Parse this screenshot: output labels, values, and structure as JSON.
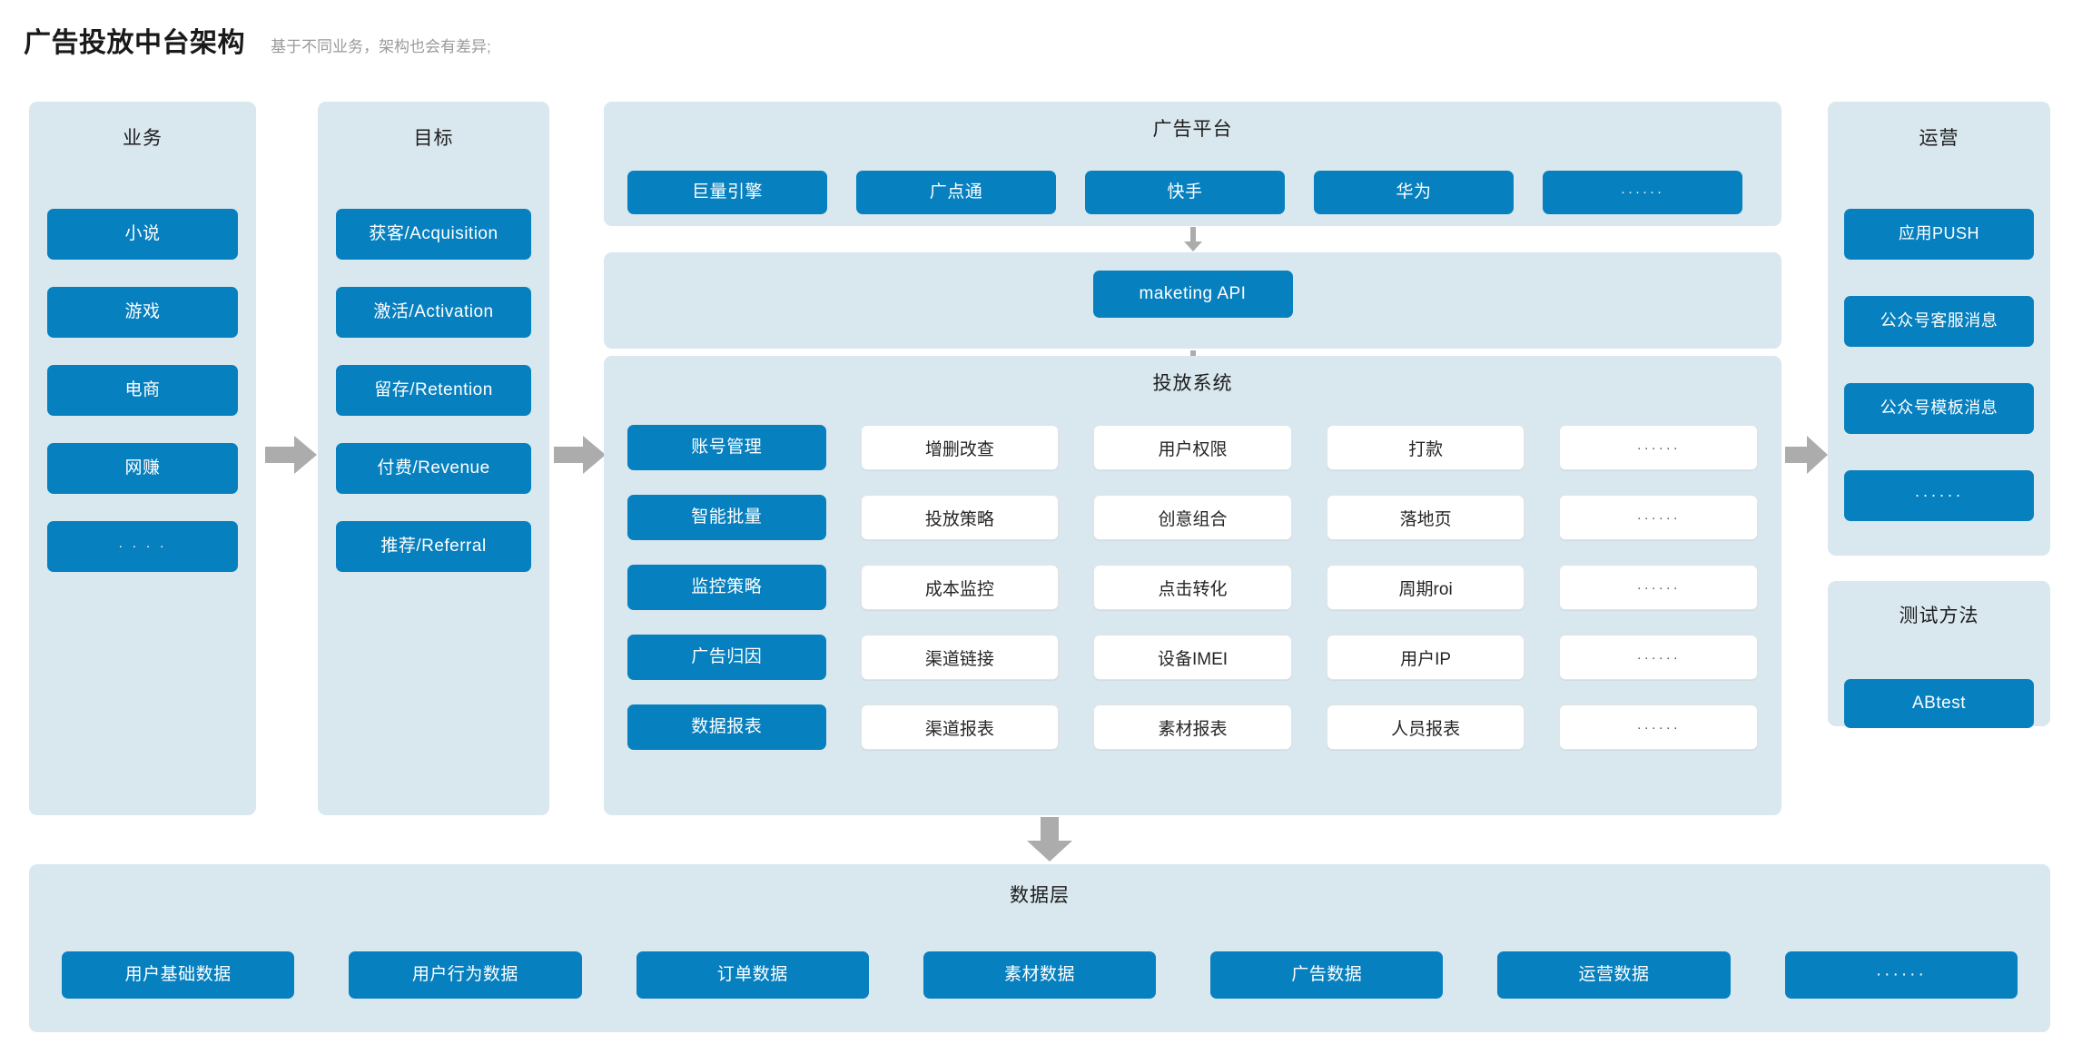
{
  "header": {
    "title": "广告投放中台架构",
    "subtitle": "基于不同业务，架构也会有差异;"
  },
  "colors": {
    "accent_blue": "#0780bf",
    "panel_bg": "#d9e7ef",
    "arrow_gray": "#acacac",
    "white_chip": "#ffffff",
    "page_bg": "#ffffff"
  },
  "business": {
    "title": "业务",
    "items": [
      {
        "label": "小说"
      },
      {
        "label": "游戏"
      },
      {
        "label": "电商"
      },
      {
        "label": "网赚"
      },
      {
        "label": "· · · ·"
      }
    ]
  },
  "goal": {
    "title": "目标",
    "items": [
      {
        "label": "获客/Acquisition"
      },
      {
        "label": "激活/Activation"
      },
      {
        "label": "留存/Retention"
      },
      {
        "label": "付费/Revenue"
      },
      {
        "label": "推荐/Referral"
      }
    ]
  },
  "ad_platform": {
    "title": "广告平台",
    "items": [
      {
        "label": "巨量引擎"
      },
      {
        "label": "广点通"
      },
      {
        "label": "快手"
      },
      {
        "label": "华为"
      },
      {
        "label": "······"
      }
    ]
  },
  "api_layer": {
    "label": "maketing API"
  },
  "system": {
    "title": "投放系统",
    "rows": [
      {
        "module": "账号管理",
        "items": [
          "增删改查",
          "用户权限",
          "打款",
          "······"
        ]
      },
      {
        "module": "智能批量",
        "items": [
          "投放策略",
          "创意组合",
          "落地页",
          "······"
        ]
      },
      {
        "module": "监控策略",
        "items": [
          "成本监控",
          "点击转化",
          "周期roi",
          "······"
        ]
      },
      {
        "module": "广告归因",
        "items": [
          "渠道链接",
          "设备IMEI",
          "用户IP",
          "······"
        ]
      },
      {
        "module": "数据报表",
        "items": [
          "渠道报表",
          "素材报表",
          "人员报表",
          "······"
        ]
      }
    ]
  },
  "operations": {
    "title": "运营",
    "items": [
      {
        "label": "应用PUSH"
      },
      {
        "label": "公众号客服消息"
      },
      {
        "label": "公众号模板消息"
      },
      {
        "label": "······"
      }
    ]
  },
  "testing": {
    "title": "测试方法",
    "items": [
      {
        "label": "ABtest"
      }
    ]
  },
  "data_layer": {
    "title": "数据层",
    "items": [
      {
        "label": "用户基础数据"
      },
      {
        "label": "用户行为数据"
      },
      {
        "label": "订单数据"
      },
      {
        "label": "素材数据"
      },
      {
        "label": "广告数据"
      },
      {
        "label": "运营数据"
      },
      {
        "label": "······"
      }
    ]
  },
  "arrows": {
    "business_to_goal": "arrow-right-icon",
    "goal_to_system": "arrow-right-icon",
    "system_to_operations": "arrow-right-icon",
    "platform_to_api": "arrow-down-icon",
    "api_to_system": "arrow-down-icon",
    "system_to_data": "arrow-down-icon"
  }
}
